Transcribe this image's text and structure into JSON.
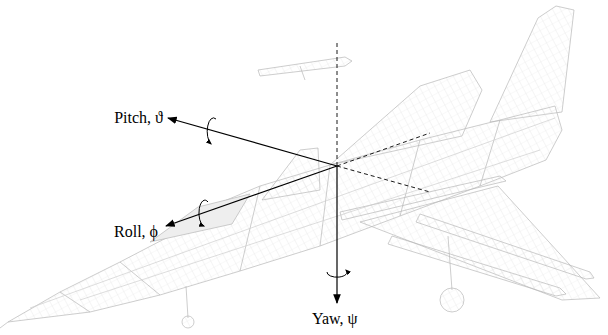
{
  "diagram": {
    "labels": [
      "Pitch, ϑ",
      "Roll, ϕ",
      "Yaw, ψ"
    ]
  }
}
